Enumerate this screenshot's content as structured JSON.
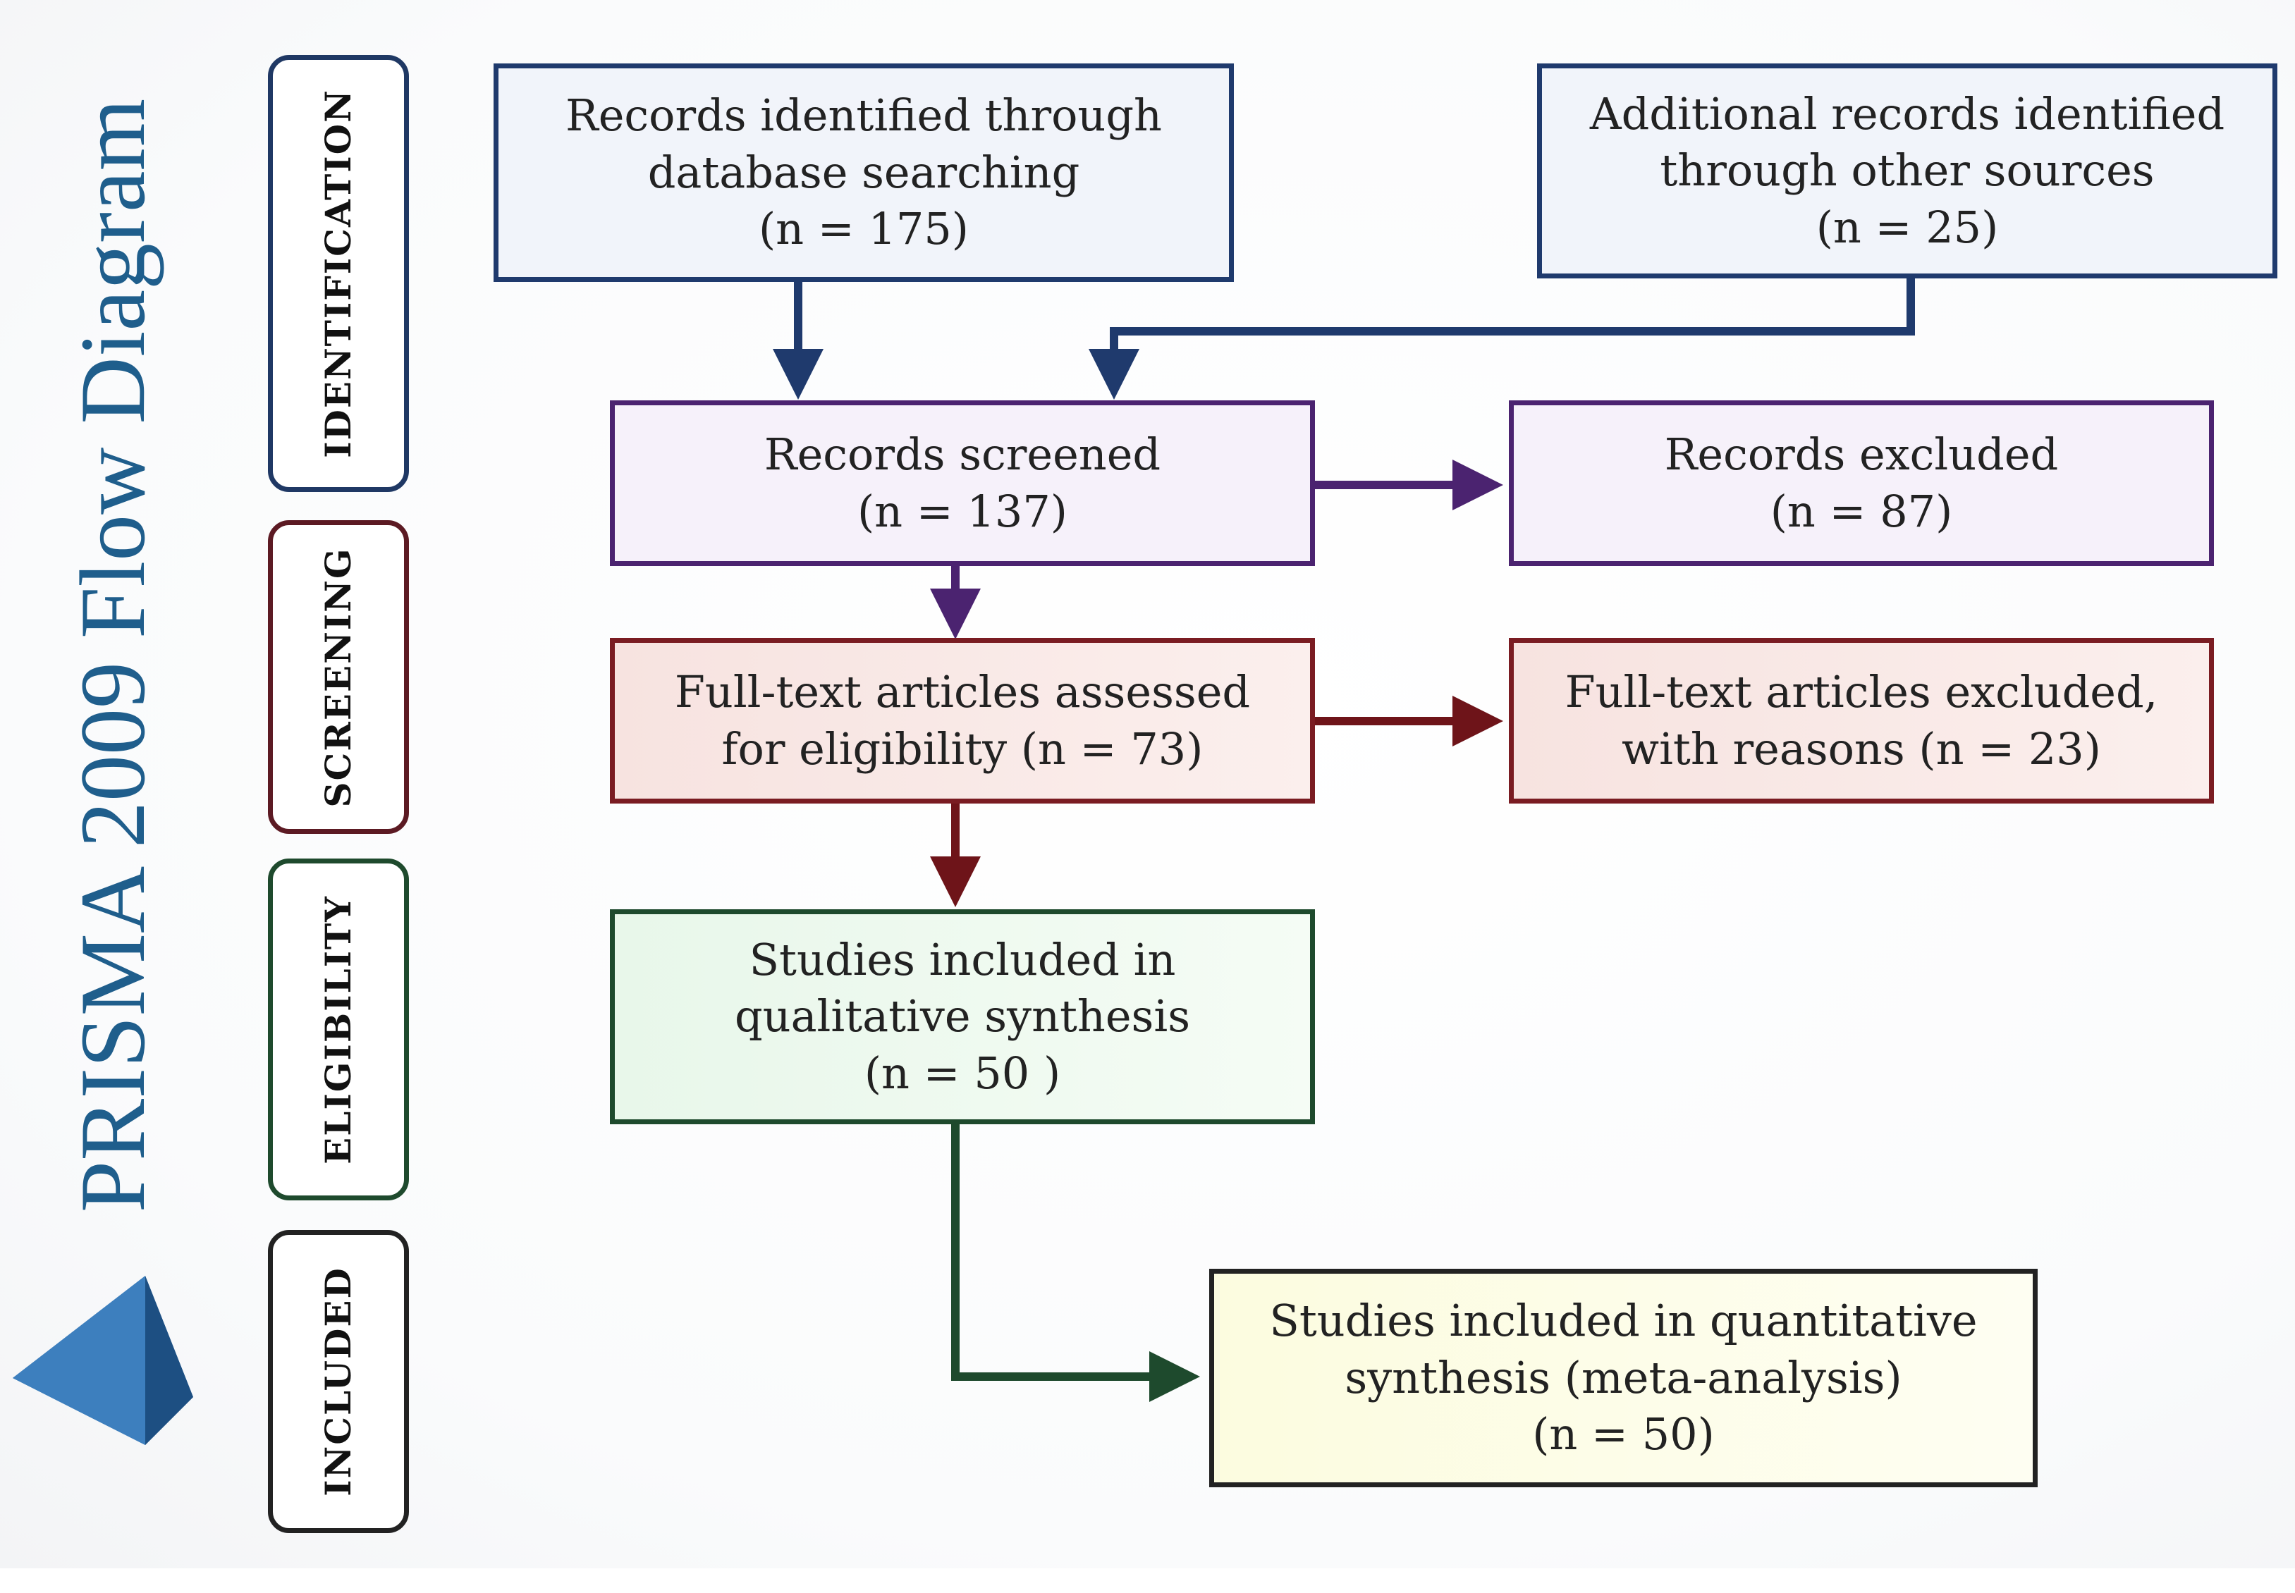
{
  "title": "PRISMA 2009 Flow Diagram",
  "logo_icon": "blue-pyramid-icon",
  "stages": [
    {
      "label": "IDENTIFICATION"
    },
    {
      "label": "SCREENING"
    },
    {
      "label": "ELIGIBILITY"
    },
    {
      "label": "INCLUDED"
    }
  ],
  "boxes": {
    "database_search": {
      "lines": [
        "Records identified through",
        "database searching",
        "(n = 175)"
      ],
      "count": 175
    },
    "other_sources": {
      "lines": [
        "Additional records identified",
        "through other sources",
        "(n = 25)"
      ],
      "count": 25
    },
    "screened": {
      "lines": [
        "Records screened",
        "(n = 137)"
      ],
      "count": 137
    },
    "excluded": {
      "lines": [
        "Records excluded",
        "(n = 87)"
      ],
      "count": 87
    },
    "fulltext_assessed": {
      "lines": [
        "Full-text articles assessed",
        "for eligibility (n = 73)"
      ],
      "count": 73
    },
    "fulltext_excluded": {
      "lines": [
        "Full-text articles excluded,",
        "with reasons (n = 23)"
      ],
      "count": 23
    },
    "qualitative": {
      "lines": [
        "Studies included in",
        "qualitative synthesis",
        "(n = 50  )"
      ],
      "count": 50
    },
    "quantitative": {
      "lines": [
        "Studies included in quantitative",
        "synthesis (meta-analysis)",
        "(n = 50)"
      ],
      "count": 50
    }
  },
  "colors": {
    "title": "#1f5e8c",
    "stage_border": "#1f3864",
    "identification_border": "#1f3a6d",
    "identification_fill": "#f1f4fa",
    "screening_border": "#4b2370",
    "screening_fill": "#f6f1fa",
    "eligibility_border": "#7a1c22",
    "eligibility_fill": "#f9e8e5",
    "included_border": "#1e4a2d",
    "included_fill": "#effaf0",
    "final_border": "#222222",
    "final_fill": "#fdfde4",
    "arrow_identification": "#1f3a6d",
    "arrow_screening": "#4b2370",
    "arrow_eligibility": "#6e1419",
    "arrow_included": "#1e4a2d"
  }
}
